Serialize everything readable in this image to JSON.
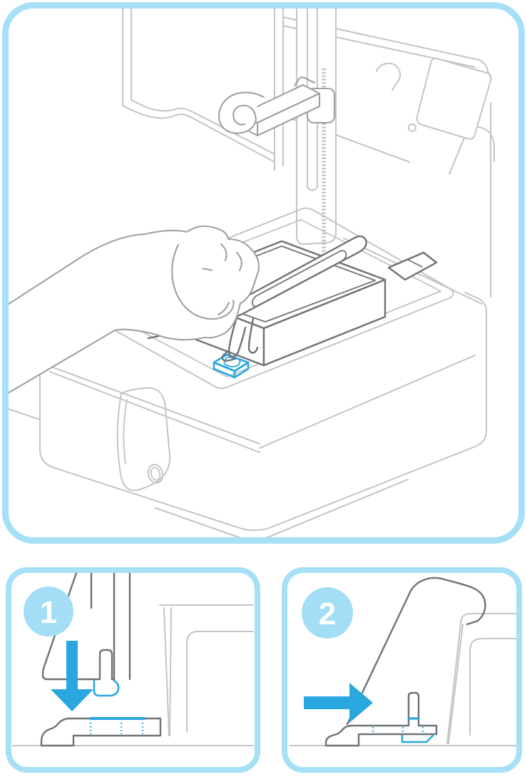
{
  "colors": {
    "panel_border": "#A6E0F6",
    "badge_fill": "#A3DEF6",
    "accent": "#2AA7DF",
    "line_dark": "#6F7276",
    "line_medium": "#9EA1A3",
    "line_light": "#C2C4C6",
    "number_text": "#FFFFFF",
    "background": "#FFFFFF"
  },
  "main_panel": {
    "illustration": "hand-lowering-resin-tank-into-3d-printer"
  },
  "steps": [
    {
      "number": "1",
      "arrow_direction": "down",
      "highlight": "tank-foot-above-carrier-slot"
    },
    {
      "number": "2",
      "arrow_direction": "right",
      "highlight": "tank-foot-locked-under-carrier"
    }
  ]
}
